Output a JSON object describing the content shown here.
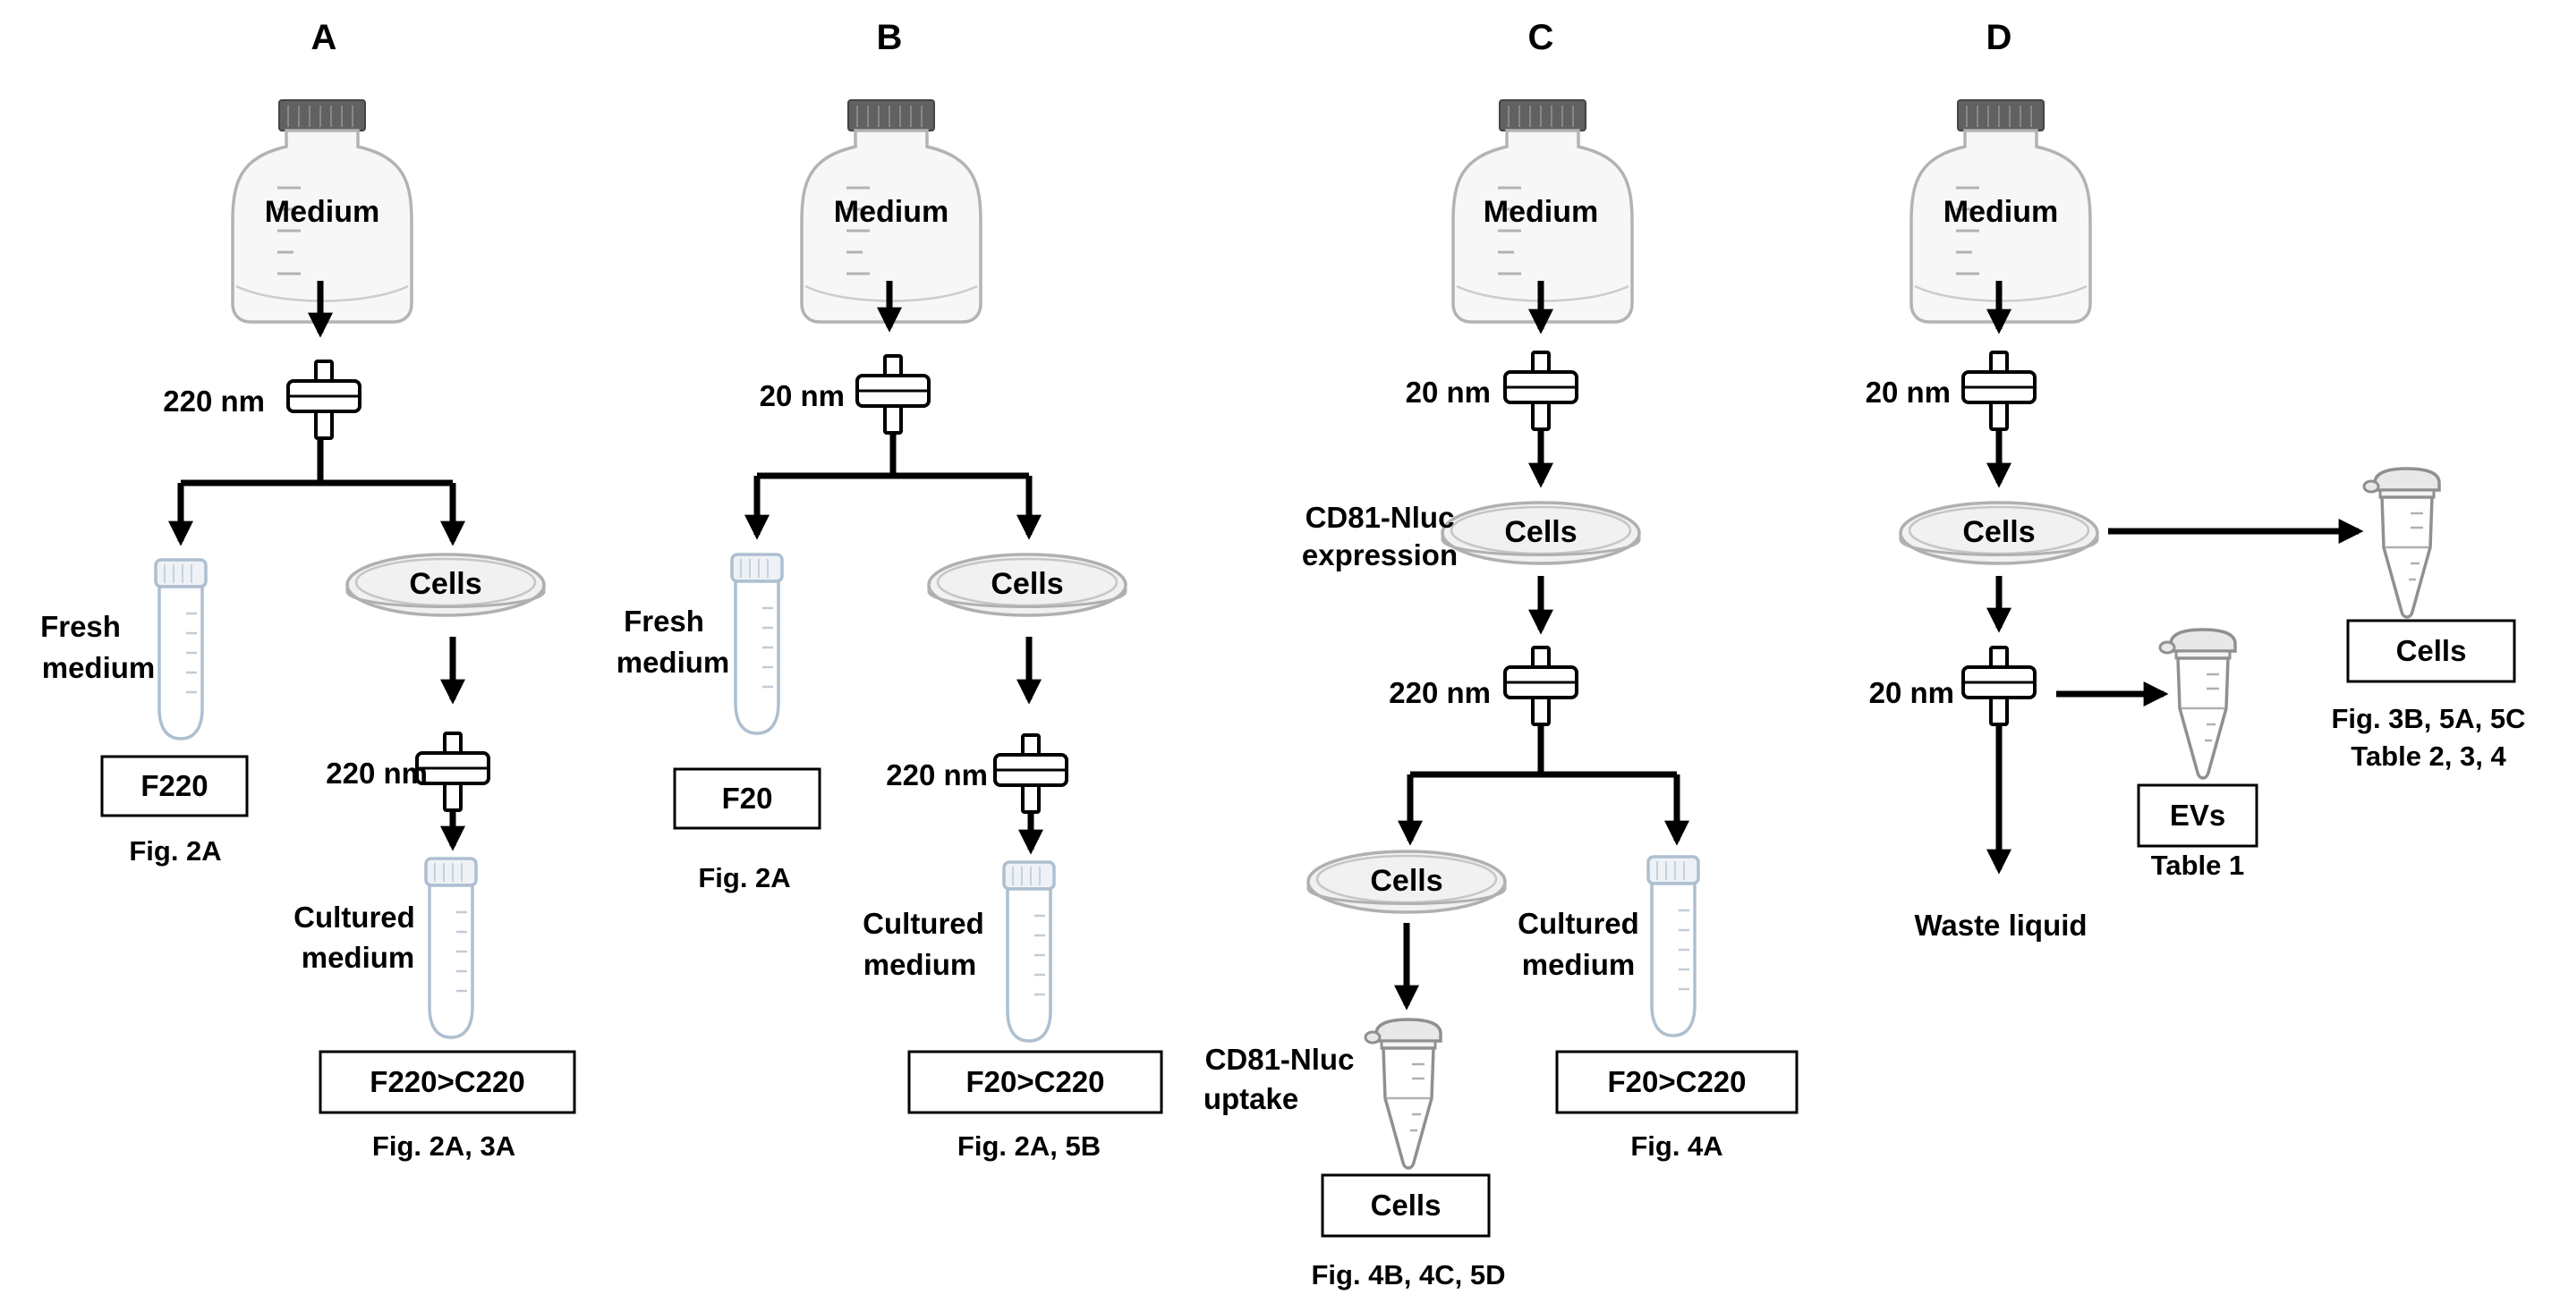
{
  "panels": {
    "a": {
      "letter": "A",
      "medium": "Medium",
      "filter1": "220 nm",
      "fresh_label_1": "Fresh",
      "fresh_label_2": "medium",
      "cells": "Cells",
      "filter2": "220 nm",
      "cultured_label_1": "Cultured",
      "cultured_label_2": "medium",
      "box_left": "F220",
      "ref_left": "Fig. 2A",
      "box_right": "F220>C220",
      "ref_right": "Fig. 2A, 3A"
    },
    "b": {
      "letter": "B",
      "medium": "Medium",
      "filter1": "20 nm",
      "fresh_label_1": "Fresh",
      "fresh_label_2": "medium",
      "cells": "Cells",
      "filter2": "220 nm",
      "cultured_label_1": "Cultured",
      "cultured_label_2": "medium",
      "box_left": "F20",
      "ref_left": "Fig. 2A",
      "box_right": "F20>C220",
      "ref_right": "Fig. 2A, 5B"
    },
    "c": {
      "letter": "C",
      "medium": "Medium",
      "filter1": "20 nm",
      "expression_label_1": "CD81-Nluc",
      "expression_label_2": "expression",
      "cells_top": "Cells",
      "filter2": "220 nm",
      "cells_bottom": "Cells",
      "uptake_label_1": "CD81-Nluc",
      "uptake_label_2": "uptake",
      "cultured_label_1": "Cultured",
      "cultured_label_2": "medium",
      "box_left": "Cells",
      "ref_left": "Fig. 4B, 4C, 5D",
      "box_right": "F20>C220",
      "ref_right": "Fig. 4A"
    },
    "d": {
      "letter": "D",
      "medium": "Medium",
      "filter1": "20 nm",
      "cells": "Cells",
      "filter2": "20 nm",
      "waste": "Waste liquid",
      "box_evs": "EVs",
      "ref_evs": "Table 1",
      "box_cells": "Cells",
      "ref_cells_1": "Fig. 3B, 5A, 5C",
      "ref_cells_2": "Table 2, 3, 4"
    }
  }
}
